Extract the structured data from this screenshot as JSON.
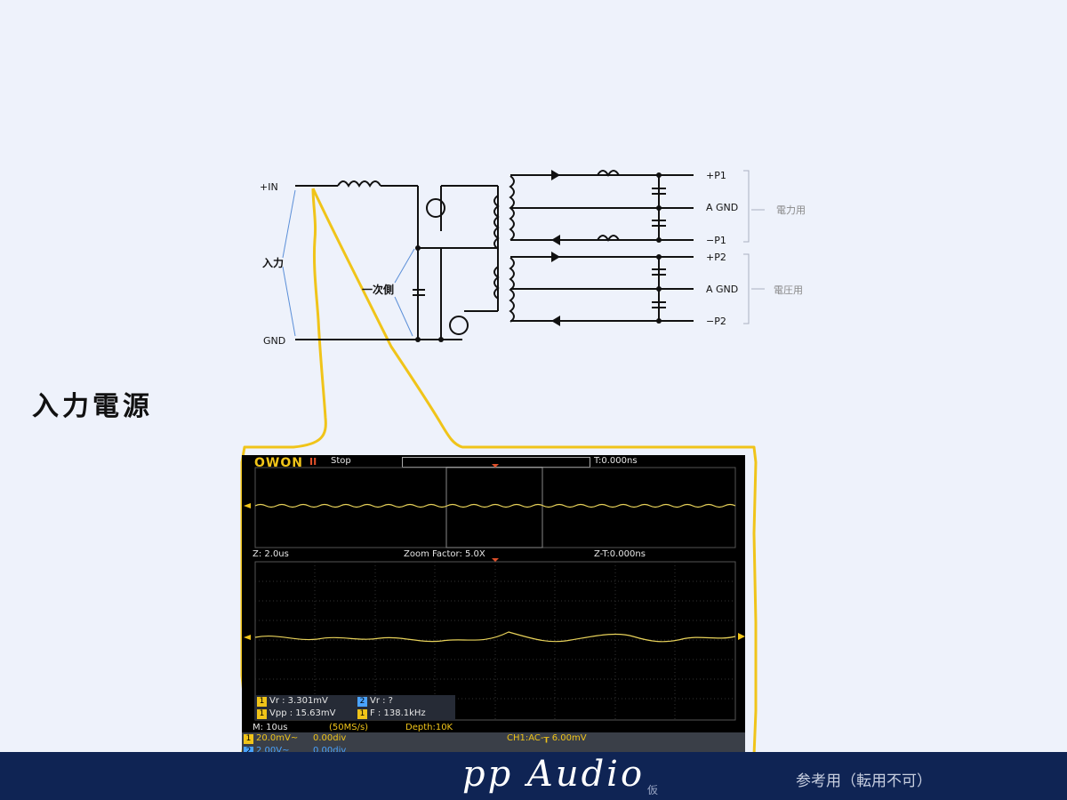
{
  "slide": {
    "title": "入力電源"
  },
  "schematic": {
    "labels": {
      "in_plus": "+IN",
      "gnd": "GND",
      "input": "入力",
      "primary": "一次側",
      "p1_plus": "+P1",
      "agnd_1": "A GND",
      "p1_minus": "−P1",
      "p2_plus": "+P2",
      "agnd_2": "A GND",
      "p2_minus": "−P2",
      "group_power": "電力用",
      "group_voltage": "電圧用"
    }
  },
  "oscilloscope": {
    "brand": "OWON",
    "run_indicator": "II",
    "run_state": "Stop",
    "trigger_time": "T:0.000ns",
    "zoom_timebase": "Z: 2.0us",
    "zoom_factor": "Zoom Factor: 5.0X",
    "zoom_trigger_time": "Z-T:0.000ns",
    "measurements": {
      "m1_label": "Vr : 3.301mV",
      "m2_label": "Vr :      ?",
      "m3_label": "Vpp : 15.63mV",
      "m4_label": "F : 138.1kHz",
      "m1_ch": "1",
      "m2_ch": "2",
      "m3_ch": "1",
      "m4_ch": "1"
    },
    "main_timebase": "M: 10us",
    "sample_rate": "(50MS/s)",
    "depth": "Depth:10K",
    "ch1_scale": "20.0mV~",
    "ch1_offset": "0.00div",
    "ch2_scale": "2.00V~",
    "ch2_offset": "0.00div",
    "trigger_info": "CH1:AC-┰ 6.00mV",
    "ch1_num": "1",
    "ch2_num": "2",
    "colors": {
      "ch1": "#f0c419",
      "ch2": "#4aa3ff",
      "trace": "#e8d25a"
    }
  },
  "footer": {
    "brand": "pp Audio",
    "brand_sub": "仮",
    "note": "参考用（転用不可）"
  }
}
